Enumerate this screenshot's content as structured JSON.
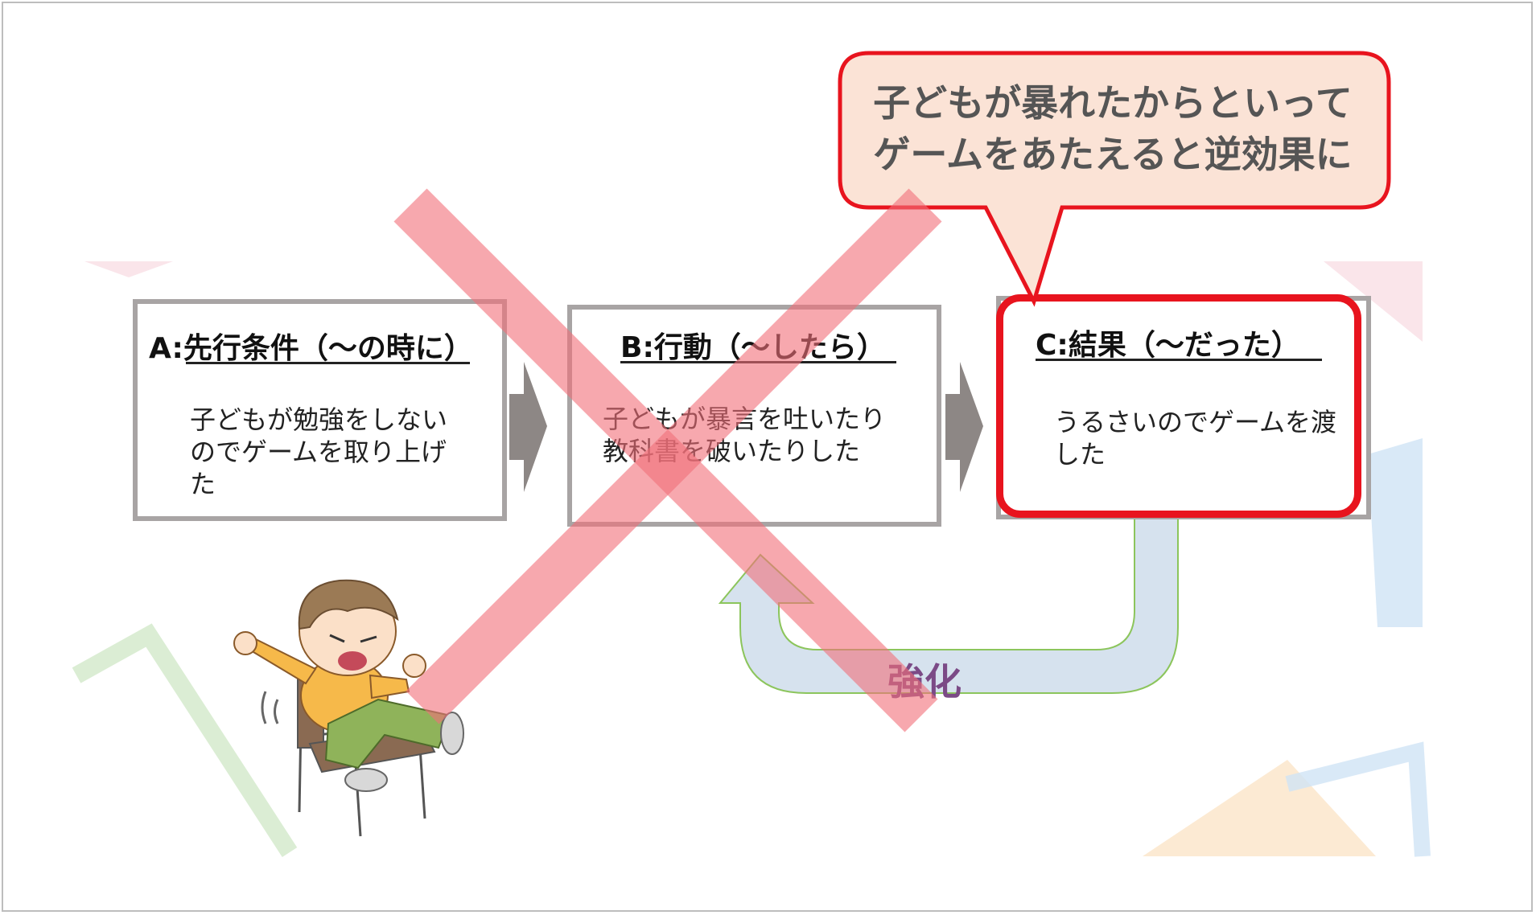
{
  "callout": {
    "line1": "子どもが暴れたからといって",
    "line2": "ゲームをあたえると逆効果に"
  },
  "boxes": {
    "a": {
      "title": "A:先行条件（〜の時に）",
      "body_lines": [
        "子どもが勉強をしない",
        "のでゲームを取り上げ",
        "た"
      ]
    },
    "b": {
      "title": "B:行動（〜したら）",
      "body_lines": [
        "子どもが暴言を吐いたり",
        "教科書を破いたりした"
      ]
    },
    "c": {
      "title": "C:結果（〜だった）",
      "body_lines": [
        "うるさいのでゲームを渡",
        "した"
      ]
    }
  },
  "reinforcement_label": "強化",
  "colors": {
    "accent_red": "#e8141e",
    "callout_fill": "#fbe3d6",
    "gray_border": "#a8a4a4",
    "arrow_gray": "#8d8785",
    "loop_fill": "#d6e2ee",
    "loop_stroke": "#8cc55c",
    "cross_pink": "#f2707a"
  }
}
